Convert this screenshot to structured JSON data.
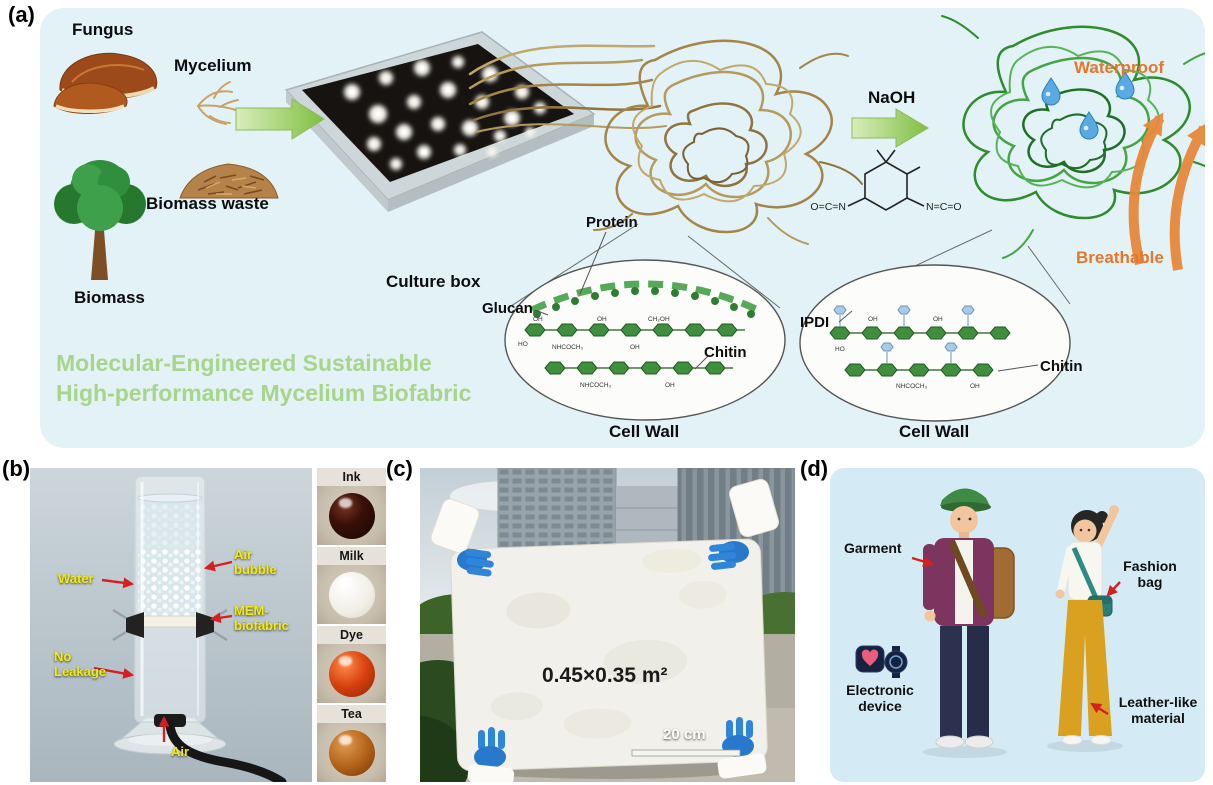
{
  "panels": {
    "a": {
      "tag": "(a)",
      "title1": "Molecular-Engineered Sustainable",
      "title2": "High-performance Mycelium Biofabric",
      "labels": {
        "fungus": "Fungus",
        "mycelium": "Mycelium",
        "biomass_waste": "Biomass waste",
        "biomass": "Biomass",
        "culture_box": "Culture box",
        "protein": "Protein",
        "glucan": "Glucan",
        "chitin_1": "Chitin",
        "cell_wall_1": "Cell Wall",
        "naoh": "NaOH",
        "ipdi": "IPDI",
        "chitin_2": "Chitin",
        "cell_wall_2": "Cell Wall",
        "waterproof": "Waterproof",
        "breathable": "Breathable"
      },
      "chem": {
        "left_group": "O=C=N",
        "right_group": "N=C=O",
        "oh": "OH",
        "ho": "HO",
        "nhcoch3": "NHCOCH₃",
        "ch2oh": "CH₂OH"
      }
    },
    "b": {
      "tag": "(b)",
      "annotations": {
        "water": "Water",
        "air_bubble": "Air bubble",
        "mem_biofabric": "MEM-biofabric",
        "no_leakage": "No Leakage",
        "air": "Air"
      },
      "droplets": [
        {
          "name": "Ink"
        },
        {
          "name": "Milk"
        },
        {
          "name": "Dye"
        },
        {
          "name": "Tea"
        }
      ]
    },
    "c": {
      "tag": "(c)",
      "size_label": "0.45×0.35 m²",
      "scale_label": "20 cm"
    },
    "d": {
      "tag": "(d)",
      "annotations": {
        "garment": "Garment",
        "fashion_bag": "Fashion bag",
        "electronic_device": "Electronic device",
        "leather_like": "Leather-like material"
      }
    }
  },
  "colors": {
    "panel_a_bg": "#e2f2f7",
    "title_green": "#a9d48c",
    "accent_orange": "#e4772a",
    "annotation_yellow": "#f5ec00",
    "arrow_red": "#d42020",
    "glove_blue": "#2878cc",
    "panel_d_bg": "#d4ebf5"
  }
}
